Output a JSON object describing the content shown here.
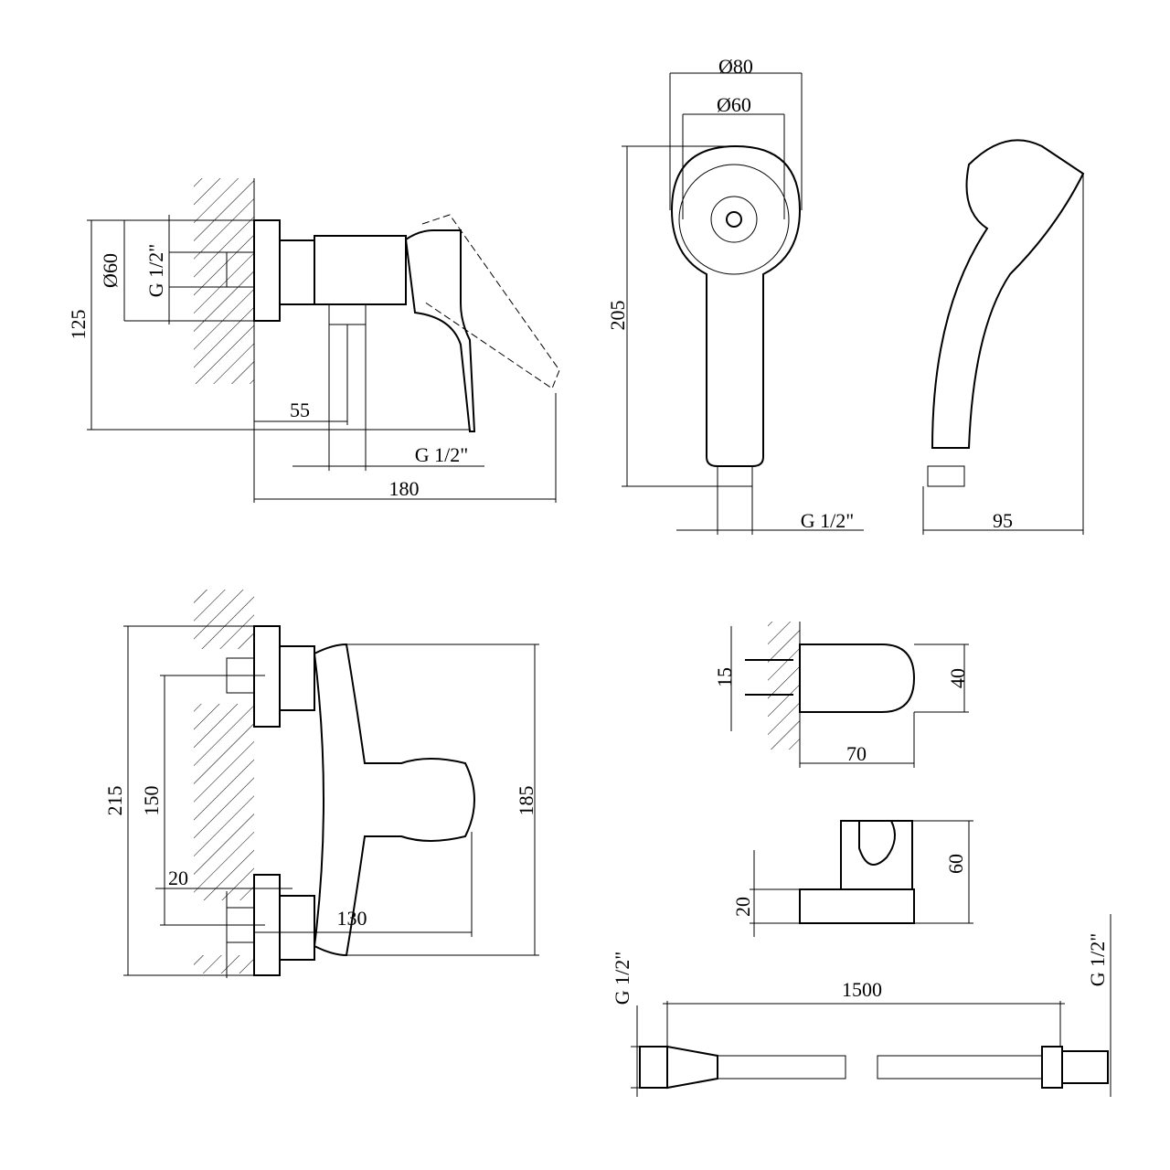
{
  "title": "Shower mixer technical drawing",
  "mixer_side_view": {
    "dia_60": "Ø60",
    "thread_in": "G 1/2\"",
    "height_125": "125",
    "len_55": "55",
    "thread_out": "G 1/2\"",
    "len_180": "180"
  },
  "hand_shower": {
    "dia_80": "Ø80",
    "dia_60": "Ø60",
    "height_205": "205",
    "thread": "G 1/2\"",
    "depth_95": "95"
  },
  "mixer_front_view": {
    "h_215": "215",
    "h_150": "150",
    "h_185": "185",
    "w_20": "20",
    "w_130": "130"
  },
  "wall_holder": {
    "h_15": "15",
    "h_40": "40",
    "w_70": "70"
  },
  "bracket": {
    "h_60": "60",
    "h_20": "20"
  },
  "hose": {
    "length": "1500",
    "thread_right": "G 1/2\"",
    "thread_left": "G 1/2\""
  }
}
